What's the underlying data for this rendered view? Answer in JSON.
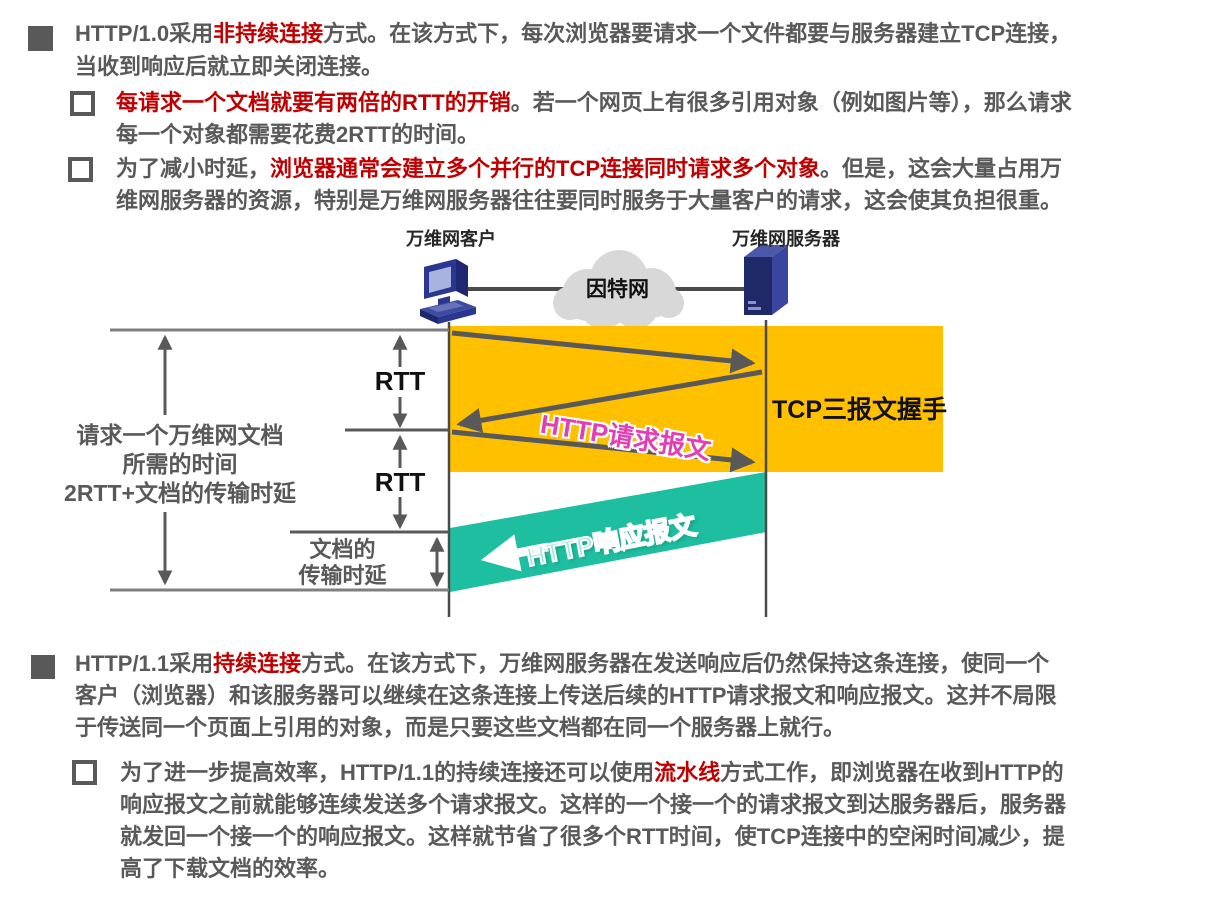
{
  "colors": {
    "body_text": "#595959",
    "highlight_red": "#C00000",
    "tcp_band_orange": "#FFC000",
    "response_band_teal": "#1EBFA1",
    "request_text_pink": "#E23FB3",
    "icon_navy": "#2B3690"
  },
  "bullets": {
    "http10": {
      "segments": [
        {
          "text": "HTTP/1.0采用",
          "red": false
        },
        {
          "text": "非持续连接",
          "red": true
        },
        {
          "text": "方式。在该方式下，每次浏览器要请求一个文件都要与服务器建立TCP连接，当收到响应后就立即关闭连接。",
          "red": false
        }
      ]
    },
    "rtt_cost": {
      "segments": [
        {
          "text": "每请求一个文档就要有两倍的RTT的开销",
          "red": true
        },
        {
          "text": "。若一个网页上有很多引用对象（例如图片等），那么请求每一个对象都需要花费2RTT的时间。",
          "red": false
        }
      ]
    },
    "parallel_tcp": {
      "segments": [
        {
          "text": "为了减小时延，",
          "red": false
        },
        {
          "text": "浏览器通常会建立多个并行的TCP连接同时请求多个对象",
          "red": true
        },
        {
          "text": "。但是，这会大量占用万维网服务器的资源，特别是万维网服务器往往要同时服务于大量客户的请求，这会使其负担很重。",
          "red": false
        }
      ]
    },
    "http11": {
      "segments": [
        {
          "text": "HTTP/1.1采用",
          "red": false
        },
        {
          "text": "持续连接",
          "red": true
        },
        {
          "text": "方式。在该方式下，万维网服务器在发送响应后仍然保持这条连接，使同一个客户（浏览器）和该服务器可以继续在这条连接上传送后续的HTTP请求报文和响应报文。这并不局限于传送同一个页面上引用的对象，而是只要这些文档都在同一个服务器上就行。",
          "red": false
        }
      ]
    },
    "pipeline": {
      "segments": [
        {
          "text": "为了进一步提高效率，HTTP/1.1的持续连接还可以使用",
          "red": false
        },
        {
          "text": "流水线",
          "red": true
        },
        {
          "text": "方式工作，即浏览器在收到HTTP的响应报文之前就能够连续发送多个请求报文。这样的一个接一个的请求报文到达服务器后，服务器就发回一个接一个的响应报文。这样就节省了很多个RTT时间，使TCP连接中的空闲时间减少，提高了下载文档的效率。",
          "red": false
        }
      ]
    }
  },
  "diagram": {
    "client_label": "万维网客户",
    "server_label": "万维网服务器",
    "internet_label": "因特网",
    "tcp_handshake_label": "TCP三报文握手",
    "http_request_label": "HTTP请求报文",
    "http_response_label": "HTTP响应报文",
    "rtt1": "RTT",
    "rtt2": "RTT",
    "total_time_lines": [
      "请求一个万维网文档",
      "所需的时间",
      "2RTT+文档的传输时延"
    ],
    "doc_delay_lines": [
      "文档的",
      "传输时延"
    ]
  }
}
